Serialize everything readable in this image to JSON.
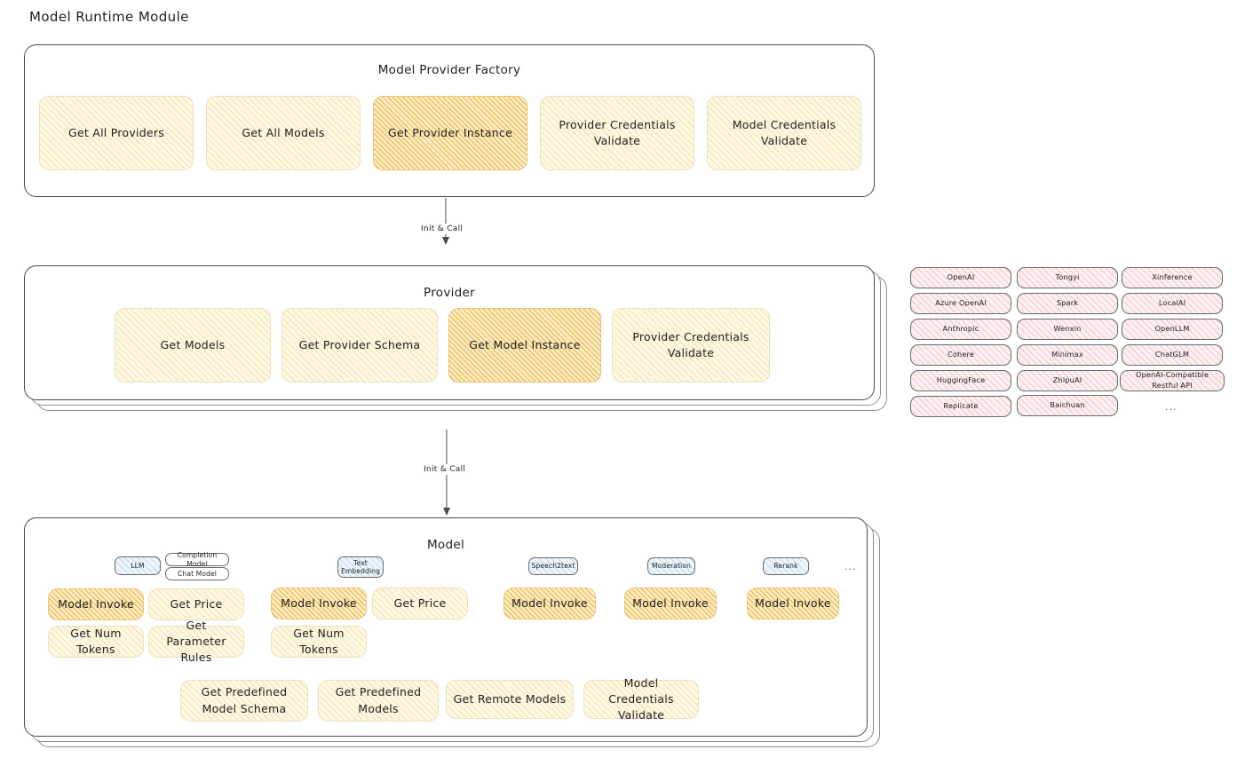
{
  "page": {
    "title": "Model Runtime Module"
  },
  "factory": {
    "title": "Model Provider Factory",
    "items": [
      {
        "label": "Get All Providers",
        "style": "cream"
      },
      {
        "label": "Get All Models",
        "style": "cream"
      },
      {
        "label": "Get Provider Instance",
        "style": "amber"
      },
      {
        "label": "Provider Credentials Validate",
        "style": "cream"
      },
      {
        "label": "Model Credentials Validate",
        "style": "cream"
      }
    ]
  },
  "arrow1": {
    "label": "Init & Call"
  },
  "provider": {
    "title": "Provider",
    "items": [
      {
        "label": "Get Models",
        "style": "cream"
      },
      {
        "label": "Get Provider Schema",
        "style": "cream"
      },
      {
        "label": "Get Model Instance",
        "style": "amber"
      },
      {
        "label": "Provider Credentials Validate",
        "style": "cream"
      }
    ]
  },
  "arrow2": {
    "label": "Init & Call"
  },
  "provider_list": {
    "columns": [
      [
        "OpenAI",
        "Azure OpenAI",
        "Anthropic",
        "Cohere",
        "HuggingFace",
        "Replicate"
      ],
      [
        "Tongyi",
        "Spark",
        "Wenxin",
        "Minimax",
        "ZhipuAI",
        "Baichuan"
      ],
      [
        "Xinference",
        "LocalAI",
        "OpenLLM",
        "ChatGLM",
        "OpenAI-Compatible Restful API"
      ]
    ],
    "more": "..."
  },
  "model": {
    "title": "Model",
    "more": "...",
    "types": [
      {
        "badge": "LLM",
        "badge_style": "blue",
        "sub_badges": [
          "Completion Model",
          "Chat Model"
        ],
        "methods": [
          {
            "label": "Model Invoke",
            "style": "amber"
          },
          {
            "label": "Get Price",
            "style": "cream"
          },
          {
            "label": "Get Num Tokens",
            "style": "cream"
          },
          {
            "label": "Get Parameter Rules",
            "style": "cream"
          }
        ]
      },
      {
        "badge": "Text Embedding",
        "badge_style": "blue",
        "sub_badges": [],
        "methods": [
          {
            "label": "Model Invoke",
            "style": "amber"
          },
          {
            "label": "Get Price",
            "style": "cream"
          },
          {
            "label": "Get Num Tokens",
            "style": "cream"
          }
        ]
      },
      {
        "badge": "Speech2text",
        "badge_style": "blue",
        "sub_badges": [],
        "methods": [
          {
            "label": "Model Invoke",
            "style": "amber"
          }
        ]
      },
      {
        "badge": "Moderation",
        "badge_style": "blue",
        "sub_badges": [],
        "methods": [
          {
            "label": "Model Invoke",
            "style": "amber"
          }
        ]
      },
      {
        "badge": "Rerank",
        "badge_style": "blue",
        "sub_badges": [],
        "methods": [
          {
            "label": "Model Invoke",
            "style": "amber"
          }
        ]
      }
    ],
    "common_methods": [
      {
        "label": "Get Predefined Model Schema",
        "style": "cream"
      },
      {
        "label": "Get Predefined Models",
        "style": "cream"
      },
      {
        "label": "Get Remote Models",
        "style": "cream"
      },
      {
        "label": "Model Credentials Validate",
        "style": "cream"
      }
    ]
  },
  "colors": {
    "amber_fill": "#fdeecb",
    "cream_fill": "#fdf8e6",
    "pink_fill": "#fdf0f0",
    "blue_fill": "#eef5fc",
    "stroke": "#4a4a4a"
  }
}
